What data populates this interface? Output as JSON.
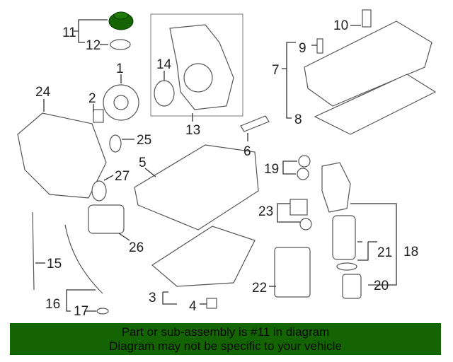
{
  "callouts": {
    "c1": "1",
    "c2": "2",
    "c3": "3",
    "c4": "4",
    "c5": "5",
    "c6": "6",
    "c7": "7",
    "c8": "8",
    "c9": "9",
    "c10": "10",
    "c11": "11",
    "c12": "12",
    "c13": "13",
    "c14": "14",
    "c15": "15",
    "c16": "16",
    "c17": "17",
    "c18": "18",
    "c19": "19",
    "c20": "20",
    "c21": "21",
    "c22": "22",
    "c23": "23",
    "c24": "24",
    "c25": "25",
    "c26": "26",
    "c27": "27"
  },
  "highlight_color": "#146404",
  "banner": {
    "line1": "Part or sub-assembly is #11 in diagram",
    "line2": "Diagram may not be specific to your vehicle"
  }
}
